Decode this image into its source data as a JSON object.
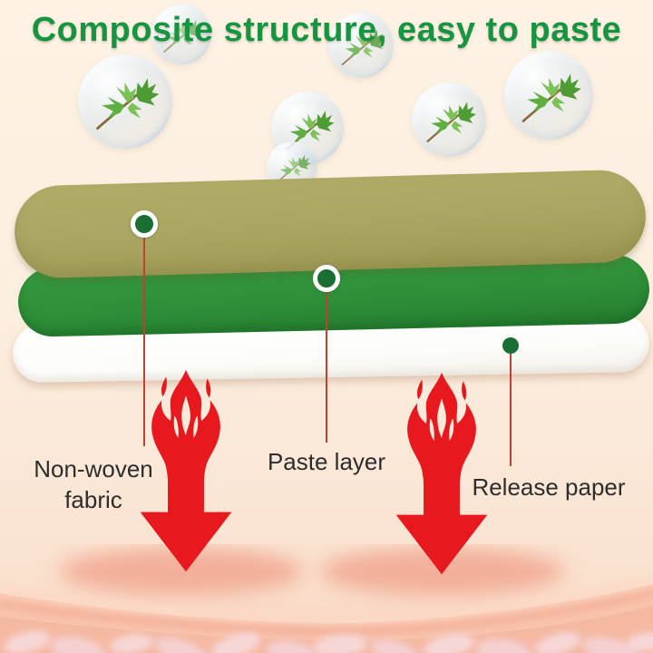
{
  "title": {
    "text": "Composite structure, easy to paste"
  },
  "diagram": {
    "layers": [
      {
        "id": "non-woven-fabric",
        "label": "Non-woven fabric",
        "label_line1": "Non-woven",
        "label_line2": "fabric",
        "color": "#a8a562"
      },
      {
        "id": "paste-layer",
        "label": "Paste layer",
        "color": "#2e8f38"
      },
      {
        "id": "release-paper",
        "label": "Release paper",
        "color": "#fcfcf9"
      }
    ]
  },
  "icons": {
    "leaf": "mugwort-leaf-icon",
    "bubble": "herb-bubble",
    "flame_arrow": "flame-down-arrow-icon"
  },
  "colors": {
    "title_green": "#169540",
    "flame_red": "#e8181f",
    "leader_line_red": "#c2402f",
    "marker_dot_green": "#1a6e33",
    "background_cream": "#fdf2e4",
    "skin_pink": "#f6b59d"
  }
}
